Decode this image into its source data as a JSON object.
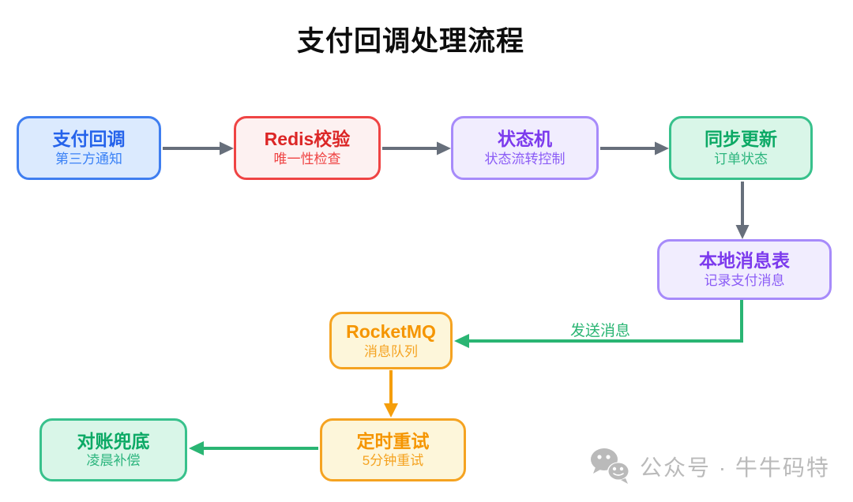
{
  "title": "支付回调处理流程",
  "diagram": {
    "nodes": [
      {
        "id": "payment-callback",
        "title": "支付回调",
        "subtitle": "第三方通知",
        "color": "#3f7ef0"
      },
      {
        "id": "redis-check",
        "title": "Redis校验",
        "subtitle": "唯一性检查",
        "color": "#ef4444"
      },
      {
        "id": "state-machine",
        "title": "状态机",
        "subtitle": "状态流转控制",
        "color": "#a78bfa"
      },
      {
        "id": "sync-update",
        "title": "同步更新",
        "subtitle": "订单状态",
        "color": "#38c18c"
      },
      {
        "id": "local-message-table",
        "title": "本地消息表",
        "subtitle": "记录支付消息",
        "color": "#a78bfa"
      },
      {
        "id": "rocketmq",
        "title": "RocketMQ",
        "subtitle": "消息队列",
        "color": "#f5a321"
      },
      {
        "id": "timed-retry",
        "title": "定时重试",
        "subtitle": "5分钟重试",
        "color": "#f5a321"
      },
      {
        "id": "reconciliation",
        "title": "对账兜底",
        "subtitle": "凌晨补偿",
        "color": "#38c18c"
      }
    ],
    "edges": [
      {
        "from": "payment-callback",
        "to": "redis-check",
        "color": "#676f7b",
        "label": ""
      },
      {
        "from": "redis-check",
        "to": "state-machine",
        "color": "#676f7b",
        "label": ""
      },
      {
        "from": "state-machine",
        "to": "sync-update",
        "color": "#676f7b",
        "label": ""
      },
      {
        "from": "sync-update",
        "to": "local-message-table",
        "color": "#676f7b",
        "label": ""
      },
      {
        "from": "local-message-table",
        "to": "rocketmq",
        "color": "#2ab573",
        "label": "发送消息"
      },
      {
        "from": "rocketmq",
        "to": "timed-retry",
        "color": "#f59e0b",
        "label": ""
      },
      {
        "from": "timed-retry",
        "to": "reconciliation",
        "color": "#2ab573",
        "label": ""
      }
    ]
  },
  "watermark": {
    "icon": "wechat-icon",
    "text": "公众号 · 牛牛码特",
    "color": "#bababa"
  }
}
